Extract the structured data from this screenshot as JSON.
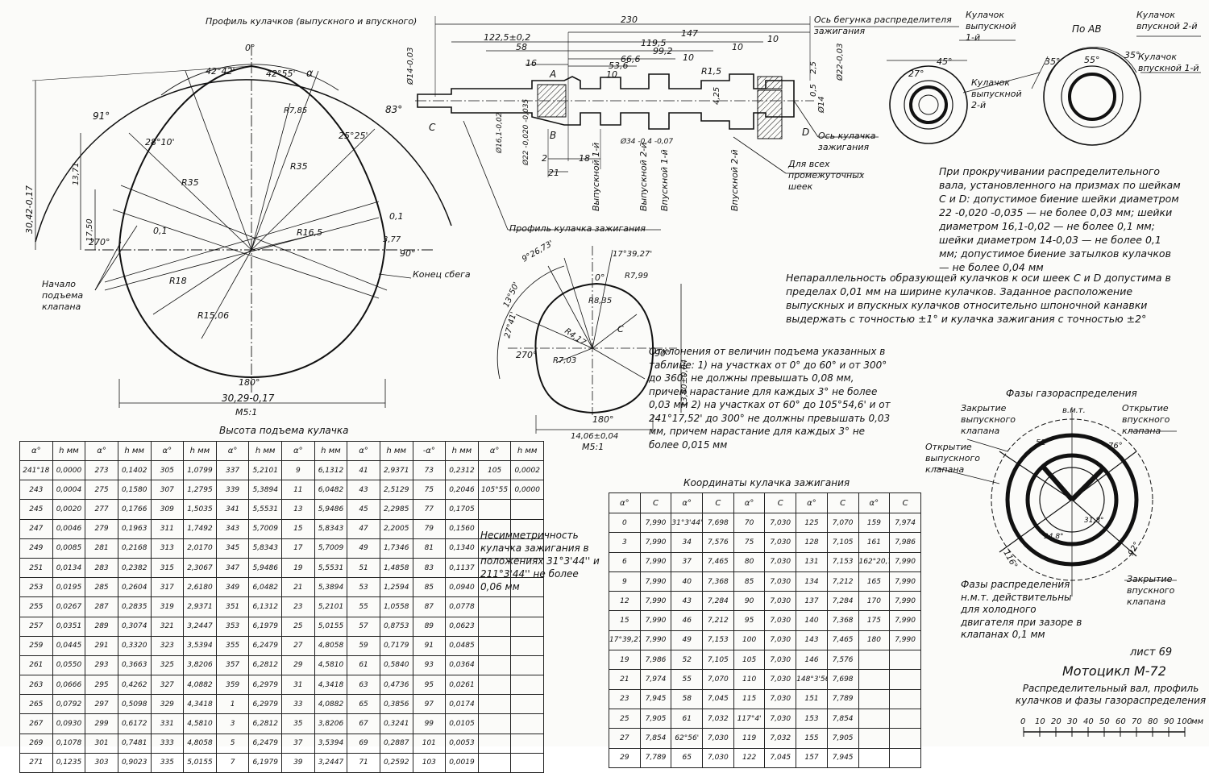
{
  "title_block": {
    "sheet": "лист 69",
    "model": "Мотоцикл М-72",
    "description": "Распределительный вал, профиль кулачков и фазы газораспределения",
    "scale_ticks": [
      "0",
      "10",
      "20",
      "30",
      "40",
      "50",
      "60",
      "70",
      "80",
      "90",
      "100",
      "мм"
    ]
  },
  "cam_profile": {
    "title": "Профиль кулачков (выпускного и впускного)",
    "scale": "М5:1",
    "labels": {
      "top": "0°",
      "right": "90°",
      "bottom": "180°",
      "left": "270°",
      "a1": "42°42'",
      "a2": "42°55'",
      "alpha": "α",
      "a91": "91°",
      "a83": "83°",
      "a28": "28°10'",
      "a25": "25°25'",
      "r785": "R7,85",
      "r35a": "R35",
      "r35b": "R35",
      "r165": "R16,5",
      "r18": "R18",
      "r1506": "R15,06",
      "d01a": "0,1",
      "d01b": "0,1",
      "d3042": "30,42-0,17",
      "d1371": "13,71",
      "d1750": "17,50",
      "d3029": "30,29-0,17",
      "d377": "3,77",
      "start_lift": "Начало подъема клапана",
      "end_run": "Конец сбега"
    }
  },
  "shaft": {
    "dims": {
      "d230": "230",
      "d147": "147",
      "d1225": "122,5±0,2",
      "d58": "58",
      "d1195": "119,5",
      "d992": "99,2",
      "d10a": "10",
      "d10b": "10",
      "d666": "66,6",
      "d10c": "10",
      "d536": "53,6",
      "d16": "16",
      "d10d": "10",
      "d2": "2",
      "d18": "18",
      "d21": "21",
      "r15": "R1,5",
      "d25": "2,5",
      "d0": "0,5",
      "dia14l": "Ø14-0,03",
      "dia22": "Ø22-0,03",
      "dia161": "Ø16,1-0,02",
      "dia22b": "Ø22 -0,020 -0,035",
      "dia34": "Ø34 -0,4 -0,07",
      "dia14r": "Ø14",
      "d425": "4,25",
      "A": "А",
      "B": "В",
      "C": "С",
      "D": "D"
    },
    "callouts": {
      "rotor_axis": "Ось бегунка распределителя зажигания",
      "ign_cam_axis": "Ось кулачка зажигания",
      "neck_note": "Для всех промежуточных шеек",
      "ign_profile": "Профиль кулачка зажигания",
      "ex1": "Выпускной 1-й",
      "ex2": "Выпускной 2-й",
      "in1": "Впускной 1-й",
      "in2": "Впускной 2-й"
    }
  },
  "view_ab": {
    "title": "По АВ",
    "ex1": "Кулачок выпускной 1-й",
    "ex2": "Кулачок выпускной 2-й",
    "in2": "Кулачок впускной 2-й",
    "in1": "Кулачок впускной 1-й",
    "angles": [
      "27°",
      "45°",
      "35°",
      "55°",
      "35°"
    ]
  },
  "notes": {
    "runout": "При прокручивании распределительного вала, установленного на призмах по шейкам С и D: допустимое биение шейки диаметром 22 -0,020 -0,035 — не более 0,03 мм; шейки диаметром 16,1-0,02 — не более 0,1 мм; шейки диаметром 14-0,03 — не более 0,1 мм; допустимое биение затылков кулачков — не более 0,04 мм",
    "parallel": "Непараллельность образующей кулачков к оси шеек С и D допустима в пределах 0,01 мм на ширине кулачков. Заданное расположение выпускных и впускных кулачков относительно шпоночной канавки выдержать с точностью ±1° и кулачка зажигания с точностью ±2°",
    "deviation": "Отклонения от величин подъема указанных в таблице: 1) на участках от 0° до 60° и от 300° до 360° не должны превышать 0,08 мм, причем нарастание для каждых 3° не более 0,03 мм 2) на участках от 60° до 105°54,6' и от 241°17,52' до 300° не должны превышать 0,03 мм, причем нарастание для каждых 3° не более 0,015 мм",
    "asym": "Несимметричность кулачка зажигания в положениях 31°3'44'' и 211°3'44'' не более 0,06 мм"
  },
  "ign_cam": {
    "scale": "М5:1",
    "labels": {
      "a0": "0°",
      "a90": "90°",
      "a180": "180°",
      "a270": "270°",
      "a1739": "17°39,27'",
      "a2673": "9°26,73'",
      "a1350": "13°50'",
      "a2741": "27°41'",
      "r799": "R7,99",
      "r835": "R8,35",
      "r417": "R4,17",
      "r703": "R7,03",
      "d1380": "13,80±0,04",
      "d1406": "14,06±0,04",
      "C": "С"
    }
  },
  "phases": {
    "title": "Фазы газораспределения",
    "tdc": "в.м.т.",
    "open_ex": "Открытие выпускного клапана",
    "close_ex": "Закрытие выпускного клапана",
    "open_in": "Открытие впускного клапана",
    "close_in": "Закрытие впускного клапана",
    "a52": "52°",
    "a76": "76°",
    "a116": "116°",
    "a92": "92°",
    "a348": "34,8°",
    "a318": "31,8°",
    "note": "Фазы распределения н.м.т. действительны для холодного двигателя при зазоре в клапанах 0,1 мм"
  },
  "lift_table": {
    "title": "Высота подъема кулачка",
    "headers": [
      "α°",
      "h мм",
      "α°",
      "h мм",
      "α°",
      "h мм",
      "α°",
      "h мм",
      "α°",
      "h мм",
      "α°",
      "h мм",
      "-α°",
      "h мм",
      "α°",
      "h мм"
    ],
    "rows": [
      [
        "241°18",
        "0,0000",
        "273",
        "0,1402",
        "305",
        "1,0799",
        "337",
        "5,2101",
        "9",
        "6,1312",
        "41",
        "2,9371",
        "73",
        "0,2312",
        "105",
        "0,0002"
      ],
      [
        "243",
        "0,0004",
        "275",
        "0,1580",
        "307",
        "1,2795",
        "339",
        "5,3894",
        "11",
        "6,0482",
        "43",
        "2,5129",
        "75",
        "0,2046",
        "105°55",
        "0,0000"
      ],
      [
        "245",
        "0,0020",
        "277",
        "0,1766",
        "309",
        "1,5035",
        "341",
        "5,5531",
        "13",
        "5,9486",
        "45",
        "2,2985",
        "77",
        "0,1705",
        "",
        ""
      ],
      [
        "247",
        "0,0046",
        "279",
        "0,1963",
        "311",
        "1,7492",
        "343",
        "5,7009",
        "15",
        "5,8343",
        "47",
        "2,2005",
        "79",
        "0,1560",
        "",
        ""
      ],
      [
        "249",
        "0,0085",
        "281",
        "0,2168",
        "313",
        "2,0170",
        "345",
        "5,8343",
        "17",
        "5,7009",
        "49",
        "1,7346",
        "81",
        "0,1340",
        "",
        ""
      ],
      [
        "251",
        "0,0134",
        "283",
        "0,2382",
        "315",
        "2,3067",
        "347",
        "5,9486",
        "19",
        "5,5531",
        "51",
        "1,4858",
        "83",
        "0,1137",
        "",
        ""
      ],
      [
        "253",
        "0,0195",
        "285",
        "0,2604",
        "317",
        "2,6180",
        "349",
        "6,0482",
        "21",
        "5,3894",
        "53",
        "1,2594",
        "85",
        "0,0940",
        "",
        ""
      ],
      [
        "255",
        "0,0267",
        "287",
        "0,2835",
        "319",
        "2,9371",
        "351",
        "6,1312",
        "23",
        "5,2101",
        "55",
        "1,0558",
        "87",
        "0,0778",
        "",
        ""
      ],
      [
        "257",
        "0,0351",
        "289",
        "0,3074",
        "321",
        "3,2447",
        "353",
        "6,1979",
        "25",
        "5,0155",
        "57",
        "0,8753",
        "89",
        "0,0623",
        "",
        ""
      ],
      [
        "259",
        "0,0445",
        "291",
        "0,3320",
        "323",
        "3,5394",
        "355",
        "6,2479",
        "27",
        "4,8058",
        "59",
        "0,7179",
        "91",
        "0,0485",
        "",
        ""
      ],
      [
        "261",
        "0,0550",
        "293",
        "0,3663",
        "325",
        "3,8206",
        "357",
        "6,2812",
        "29",
        "4,5810",
        "61",
        "0,5840",
        "93",
        "0,0364",
        "",
        ""
      ],
      [
        "263",
        "0,0666",
        "295",
        "0,4262",
        "327",
        "4,0882",
        "359",
        "6,2979",
        "31",
        "4,3418",
        "63",
        "0,4736",
        "95",
        "0,0261",
        "",
        ""
      ],
      [
        "265",
        "0,0792",
        "297",
        "0,5098",
        "329",
        "4,3418",
        "1",
        "6,2979",
        "33",
        "4,0882",
        "65",
        "0,3856",
        "97",
        "0,0174",
        "",
        ""
      ],
      [
        "267",
        "0,0930",
        "299",
        "0,6172",
        "331",
        "4,5810",
        "3",
        "6,2812",
        "35",
        "3,8206",
        "67",
        "0,3241",
        "99",
        "0,0105",
        "",
        ""
      ],
      [
        "269",
        "0,1078",
        "301",
        "0,7481",
        "333",
        "4,8058",
        "5",
        "6,2479",
        "37",
        "3,5394",
        "69",
        "0,2887",
        "101",
        "0,0053",
        "",
        ""
      ],
      [
        "271",
        "0,1235",
        "303",
        "0,9023",
        "335",
        "5,0155",
        "7",
        "6,1979",
        "39",
        "3,2447",
        "71",
        "0,2592",
        "103",
        "0,0019",
        "",
        ""
      ]
    ]
  },
  "ign_table": {
    "title": "Координаты кулачка зажигания",
    "headers": [
      "α°",
      "С",
      "α°",
      "С",
      "α°",
      "С",
      "α°",
      "С",
      "α°",
      "С"
    ],
    "rows": [
      [
        "0",
        "7,990",
        "31°3'44\"",
        "7,698",
        "70",
        "7,030",
        "125",
        "7,070",
        "159",
        "7,974"
      ],
      [
        "3",
        "7,990",
        "34",
        "7,576",
        "75",
        "7,030",
        "128",
        "7,105",
        "161",
        "7,986"
      ],
      [
        "6",
        "7,990",
        "37",
        "7,465",
        "80",
        "7,030",
        "131",
        "7,153",
        "162°20,73'",
        "7,990"
      ],
      [
        "9",
        "7,990",
        "40",
        "7,368",
        "85",
        "7,030",
        "134",
        "7,212",
        "165",
        "7,990"
      ],
      [
        "12",
        "7,990",
        "43",
        "7,284",
        "90",
        "7,030",
        "137",
        "7,284",
        "170",
        "7,990"
      ],
      [
        "15",
        "7,990",
        "46",
        "7,212",
        "95",
        "7,030",
        "140",
        "7,368",
        "175",
        "7,990"
      ],
      [
        "17°39,27'",
        "7,990",
        "49",
        "7,153",
        "100",
        "7,030",
        "143",
        "7,465",
        "180",
        "7,990"
      ],
      [
        "19",
        "7,986",
        "52",
        "7,105",
        "105",
        "7,030",
        "146",
        "7,576",
        "",
        ""
      ],
      [
        "21",
        "7,974",
        "55",
        "7,070",
        "110",
        "7,030",
        "148°3'56\"",
        "7,698",
        "",
        ""
      ],
      [
        "23",
        "7,945",
        "58",
        "7,045",
        "115",
        "7,030",
        "151",
        "7,789",
        "",
        ""
      ],
      [
        "25",
        "7,905",
        "61",
        "7,032",
        "117°4'",
        "7,030",
        "153",
        "7,854",
        "",
        ""
      ],
      [
        "27",
        "7,854",
        "62°56'",
        "7,030",
        "119",
        "7,032",
        "155",
        "7,905",
        "",
        ""
      ],
      [
        "29",
        "7,789",
        "65",
        "7,030",
        "122",
        "7,045",
        "157",
        "7,945",
        "",
        ""
      ]
    ]
  }
}
